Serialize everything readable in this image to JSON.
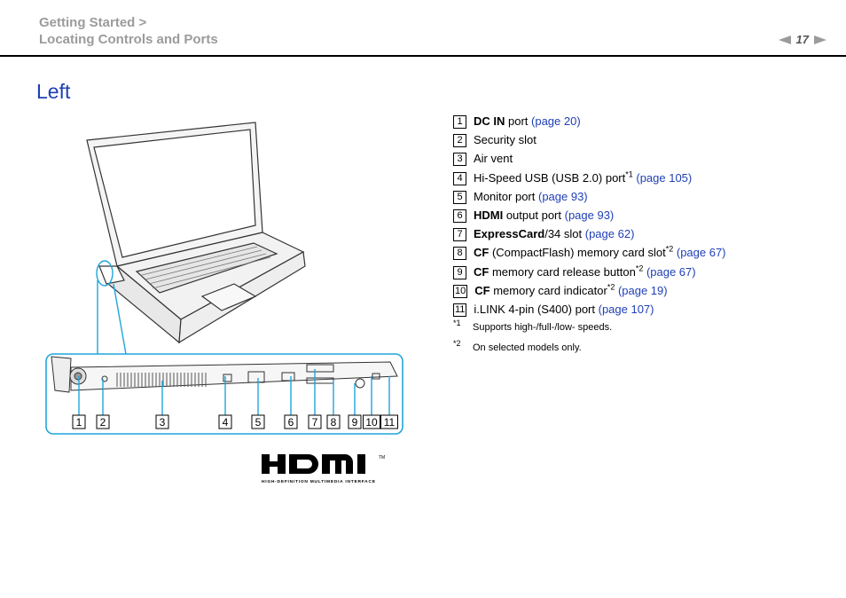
{
  "header": {
    "breadcrumb_line1": "Getting Started >",
    "breadcrumb_line2": "Locating Controls and Ports",
    "page_number": "17"
  },
  "section": {
    "title": "Left"
  },
  "items": [
    {
      "n": "1",
      "bold": "DC IN",
      "text": " port ",
      "sup": "",
      "link": "(page 20)"
    },
    {
      "n": "2",
      "bold": "",
      "text": "Security slot",
      "sup": "",
      "link": ""
    },
    {
      "n": "3",
      "bold": "",
      "text": "Air vent",
      "sup": "",
      "link": ""
    },
    {
      "n": "4",
      "bold": "",
      "text": "Hi-Speed USB (USB 2.0) port",
      "sup": "*1",
      "link": " (page 105)"
    },
    {
      "n": "5",
      "bold": "",
      "text": "Monitor port ",
      "sup": "",
      "link": "(page 93)"
    },
    {
      "n": "6",
      "bold": "HDMI",
      "text": " output port ",
      "sup": "",
      "link": "(page 93)"
    },
    {
      "n": "7",
      "bold": "ExpressCard",
      "text": "/34 slot ",
      "sup": "",
      "link": "(page 62)"
    },
    {
      "n": "8",
      "bold": "CF",
      "text": " (CompactFlash) memory card slot",
      "sup": "*2",
      "link": " (page 67)"
    },
    {
      "n": "9",
      "bold": "CF",
      "text": " memory card release button",
      "sup": "*2",
      "link": " (page 67)"
    },
    {
      "n": "10",
      "bold": "CF",
      "text": " memory card indicator",
      "sup": "*2",
      "link": " (page 19)"
    },
    {
      "n": "11",
      "bold": "",
      "text": "i.LINK 4-pin (S400) port ",
      "sup": "",
      "link": "(page 107)"
    }
  ],
  "footnotes": [
    {
      "mark": "*1",
      "text": "Supports high-/full-/low- speeds."
    },
    {
      "mark": "*2",
      "text": "On selected models only."
    }
  ],
  "callouts": [
    "1",
    "2",
    "3",
    "4",
    "5",
    "6",
    "7",
    "8",
    "9",
    "10",
    "11"
  ],
  "hdmi_logo": {
    "word": "HDMI",
    "tm": "TM",
    "tagline": "HIGH-DEFINITION MULTIMEDIA INTERFACE"
  },
  "colors": {
    "link": "#1f3fb6",
    "breadcrumb": "#9b9b9b",
    "callout_line": "#1fa6dc"
  }
}
